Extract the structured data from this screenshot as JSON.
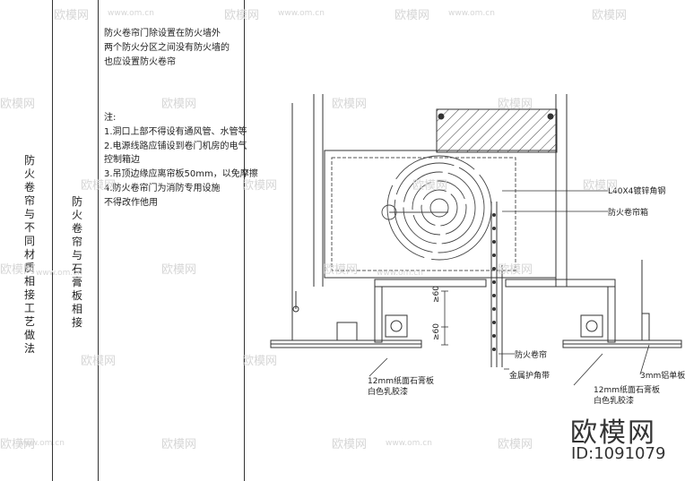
{
  "left_column": {
    "title": "防火卷帘与不同材质相接工艺做法",
    "subtitle": "防火卷帘与石膏板相接"
  },
  "notes": {
    "intro": [
      "防火卷帘门除设置在防火墙外",
      "两个防火分区之间没有防火墙的",
      "也应设置防火卷帘"
    ],
    "heading": "注:",
    "items": [
      "1.洞口上部不得设有通风管、水管等",
      "2.电源线路应铺设到卷门机房的电气",
      "   控制箱边",
      "3.吊顶边缘应离帘板50mm，以免摩擦",
      "4.防火卷帘门为消防专用设施",
      "   不得改作他用"
    ]
  },
  "callouts": {
    "angle_steel": "L40X4镀锌角钢",
    "curtain_box": "防火卷帘箱",
    "curtain": "防火卷帘",
    "corner_tape": "金属护角带",
    "aluminum_plate": "3mm铝单板",
    "gypsum_left": [
      "12mm纸面石膏板",
      "白色乳胶漆"
    ],
    "gypsum_right": [
      "12mm纸面石膏板",
      "白色乳胶漆"
    ]
  },
  "dimensions": {
    "d1": "≥60",
    "d2": "≥60"
  },
  "watermark": {
    "brand": "欧模网",
    "id": "ID:1091079",
    "site": "www.om.cn"
  }
}
